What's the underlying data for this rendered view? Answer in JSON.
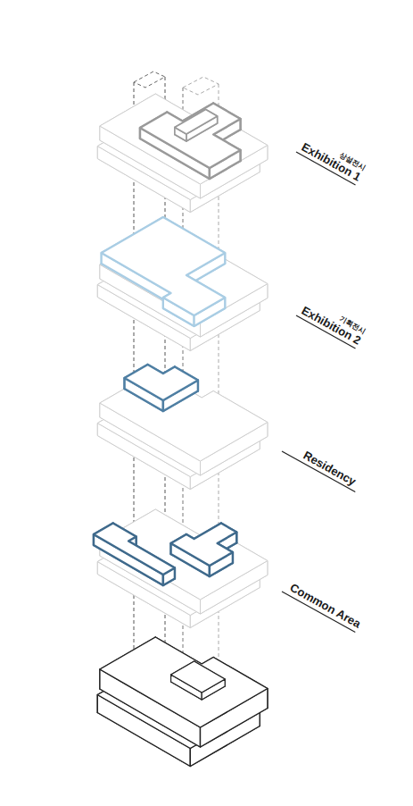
{
  "diagram": {
    "labels": [
      "상설전시",
      "Exhibition 1",
      "기획전시",
      "Exhibition 2",
      "Residency",
      "Common Area"
    ]
  }
}
